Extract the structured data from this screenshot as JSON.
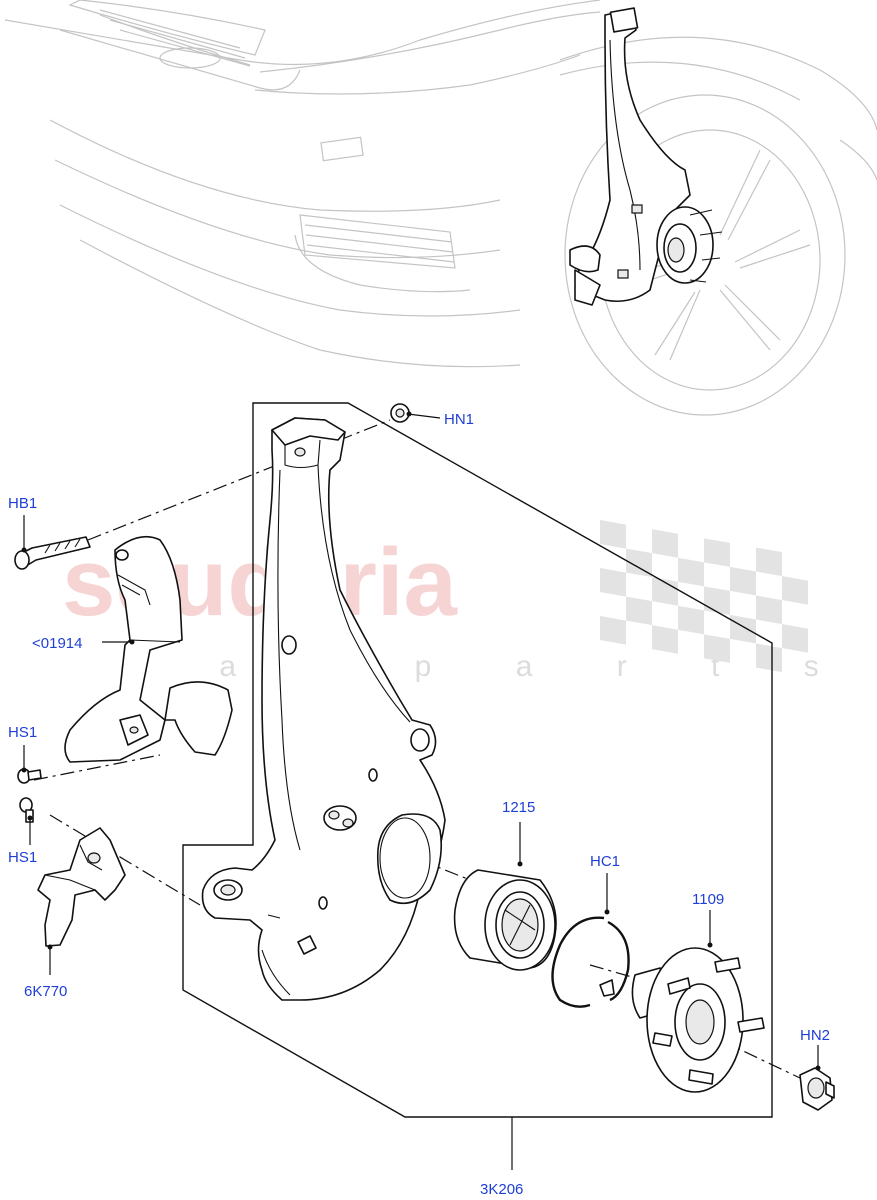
{
  "watermark": {
    "brand": "scuderia",
    "sub": "c a r p a r t s"
  },
  "labels": {
    "hn1": "HN1",
    "hb1": "HB1",
    "lt01914": "<01914",
    "hs1_upper": "HS1",
    "hs1_lower": "HS1",
    "k6k770": "6K770",
    "p1215": "1215",
    "hc1": "HC1",
    "p1109": "1109",
    "hn2": "HN2",
    "k3k206": "3K206"
  },
  "colors": {
    "label": "#1f3fd6",
    "line": "#111111",
    "car_outline": "#c4c4c4",
    "watermark": "#f4c6c6"
  }
}
